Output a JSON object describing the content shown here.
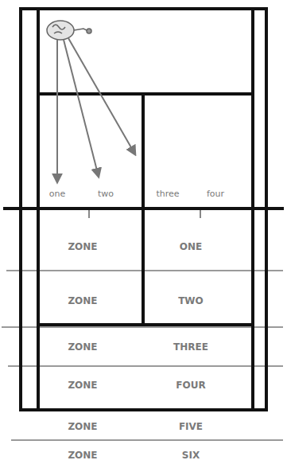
{
  "diagram": {
    "labels": [
      "one",
      "two",
      "three",
      "four",
      "ZONE",
      "ONE",
      "ZONE",
      "TWO",
      "ZONE",
      "THREE",
      "ZONE",
      "FOUR",
      "ZONE",
      "FIVE",
      "ZONE",
      "SIX"
    ]
  }
}
